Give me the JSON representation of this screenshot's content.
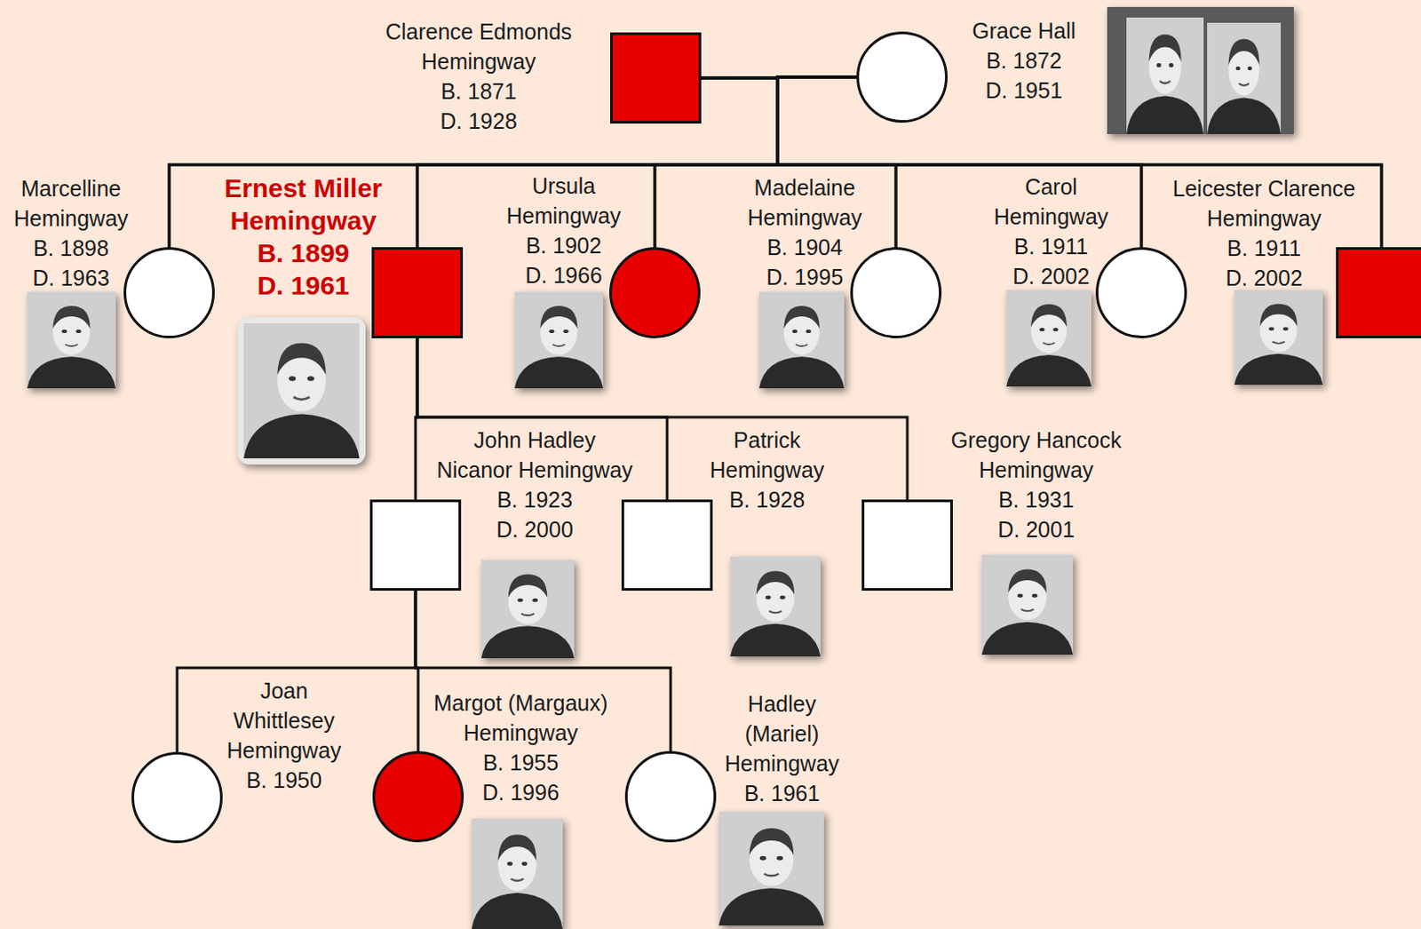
{
  "diagram": {
    "nodes": [
      {
        "text": [
          "Clarence Edmonds Hemingway",
          "B. 1871",
          "D. 1928"
        ]
      },
      {
        "text": [
          "Grace Hall",
          "B. 1872",
          "D. 1951"
        ]
      },
      {
        "text": [
          "Marcelline Hemingway",
          "B. 1898",
          "D. 1963"
        ]
      },
      {
        "text": [
          "Ernest Miller Hemingway",
          "B. 1899",
          "D. 1961"
        ]
      },
      {
        "text": [
          "Ursula Hemingway",
          "B. 1902",
          "D. 1966"
        ]
      },
      {
        "text": [
          "Madelaine Hemingway",
          "B. 1904",
          "D. 1995"
        ]
      },
      {
        "text": [
          "Carol Hemingway",
          "B. 1911",
          "D. 2002"
        ]
      },
      {
        "text": [
          "Leicester Clarence Hemingway",
          "B. 1911",
          "D. 2002"
        ]
      },
      {
        "text": [
          "John Hadley Nicanor Hemingway",
          "B. 1923",
          "D. 2000"
        ]
      },
      {
        "text": [
          "Patrick Hemingway",
          "B. 1928"
        ]
      },
      {
        "text": [
          "Gregory Hancock Hemingway",
          "B. 1931",
          "D. 2001"
        ]
      },
      {
        "text": [
          "Joan Whittlesey Hemingway",
          "B. 1950"
        ]
      },
      {
        "text": [
          "Margot (Margaux) Hemingway",
          "B. 1955",
          "D. 1996"
        ]
      },
      {
        "text": [
          "Hadley (Mariel) Hemingway",
          "B. 1961"
        ]
      }
    ],
    "edges": [
      {
        "from": 0,
        "to": 1,
        "arrow": "none"
      },
      {
        "from": 0,
        "to": 2,
        "arrow": "none"
      },
      {
        "from": 0,
        "to": 3,
        "arrow": "none"
      },
      {
        "from": 0,
        "to": 4,
        "arrow": "none"
      },
      {
        "from": 0,
        "to": 5,
        "arrow": "none"
      },
      {
        "from": 0,
        "to": 6,
        "arrow": "none"
      },
      {
        "from": 0,
        "to": 7,
        "arrow": "none"
      },
      {
        "from": 1,
        "to": 2,
        "arrow": "none"
      },
      {
        "from": 1,
        "to": 3,
        "arrow": "none"
      },
      {
        "from": 1,
        "to": 4,
        "arrow": "none"
      },
      {
        "from": 1,
        "to": 5,
        "arrow": "none"
      },
      {
        "from": 1,
        "to": 6,
        "arrow": "none"
      },
      {
        "from": 1,
        "to": 7,
        "arrow": "none"
      },
      {
        "from": 3,
        "to": 8,
        "arrow": "none"
      },
      {
        "from": 3,
        "to": 9,
        "arrow": "none"
      },
      {
        "from": 3,
        "to": 10,
        "arrow": "none"
      },
      {
        "from": 8,
        "to": 11,
        "arrow": "none"
      },
      {
        "from": 8,
        "to": 12,
        "arrow": "none"
      },
      {
        "from": 8,
        "to": 13,
        "arrow": "none"
      }
    ]
  }
}
